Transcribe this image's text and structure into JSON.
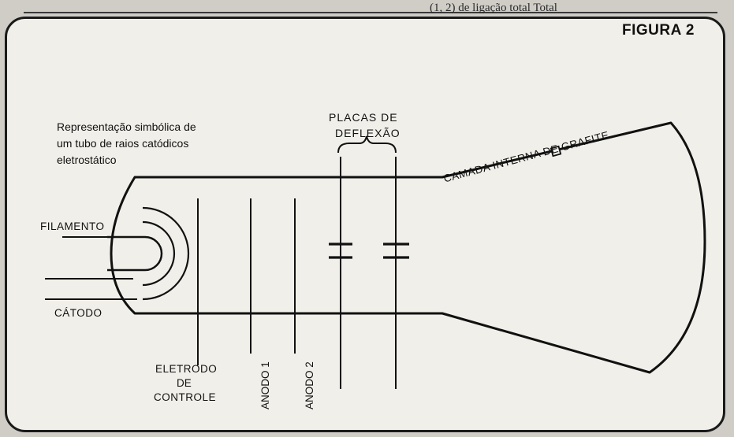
{
  "page": {
    "header_text": "(1, 2) de ligação total Total"
  },
  "figure": {
    "title": "FIGURA 2",
    "caption_lines": [
      "Representação simbólica de",
      "um tubo de raios catódicos",
      "eletrostático"
    ]
  },
  "labels": {
    "filament": "FILAMENTO",
    "cathode": "CÁTODO",
    "control_electrode_line1": "ELETRODO",
    "control_electrode_line2": "DE",
    "control_electrode_line3": "CONTROLE",
    "anode1": "ANODO 1",
    "anode2": "ANODO 2",
    "deflection_plates_line1": "PLACAS DE",
    "deflection_plates_line2": "DEFLEXÃO",
    "graphite_layer": "CAMADA INTERNA DE GRAFITE"
  }
}
